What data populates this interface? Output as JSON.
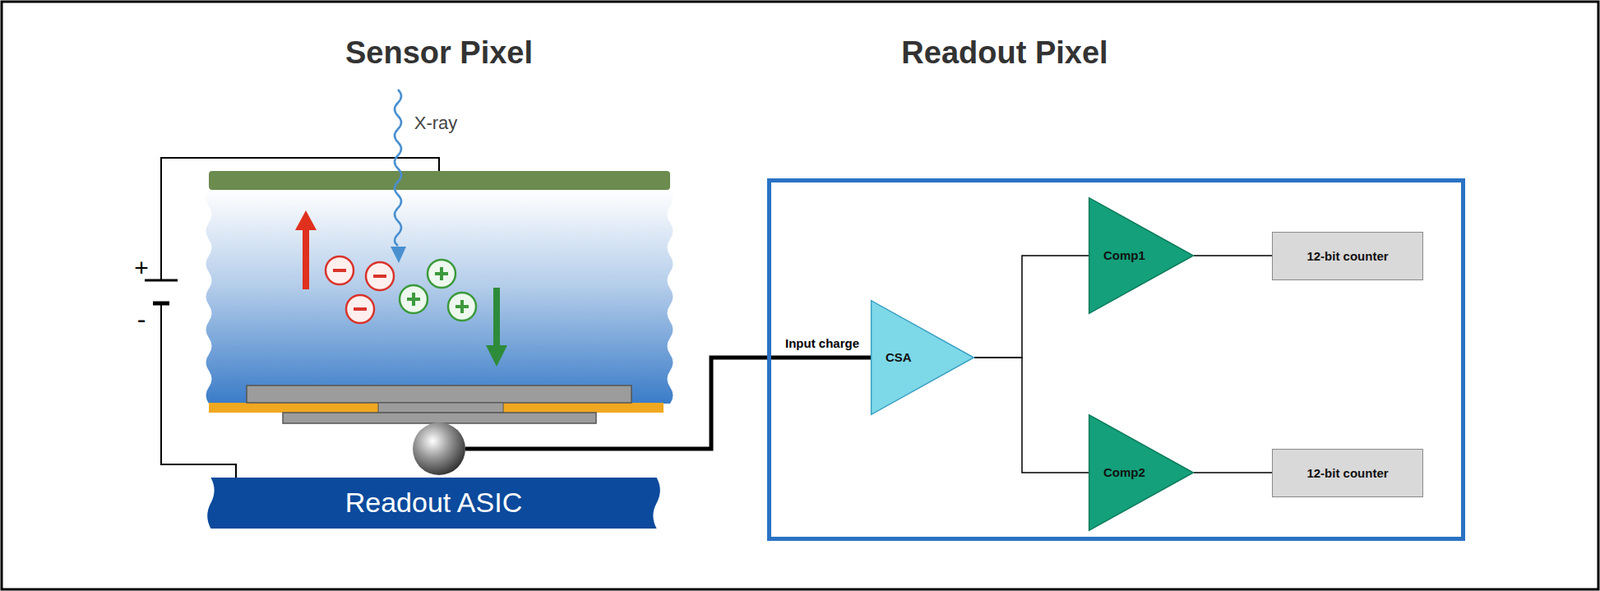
{
  "diagram": {
    "nodes": [
      {
        "text": [
          "Readout ASIC"
        ]
      },
      {
        "text": [
          "Readout Pixel"
        ]
      },
      {
        "text": [
          "CSA"
        ],
        "in": 1
      },
      {
        "text": [
          "Comp1"
        ],
        "in": 1
      },
      {
        "text": [
          "Comp2"
        ],
        "in": 1
      },
      {
        "text": [
          "12-bit counter"
        ],
        "in": 1
      },
      {
        "text": [
          "12-bit counter"
        ],
        "in": 1
      }
    ],
    "edges": [
      {
        "from": 2,
        "to": 3,
        "arrow": "none"
      },
      {
        "from": 2,
        "to": 4,
        "arrow": "none"
      },
      {
        "from": 3,
        "to": 5,
        "arrow": "none"
      },
      {
        "from": 4,
        "to": 6,
        "arrow": "none"
      }
    ],
    "labels": [
      "Sensor Pixel",
      "X-ray",
      "+",
      "-",
      "Input charge"
    ]
  }
}
